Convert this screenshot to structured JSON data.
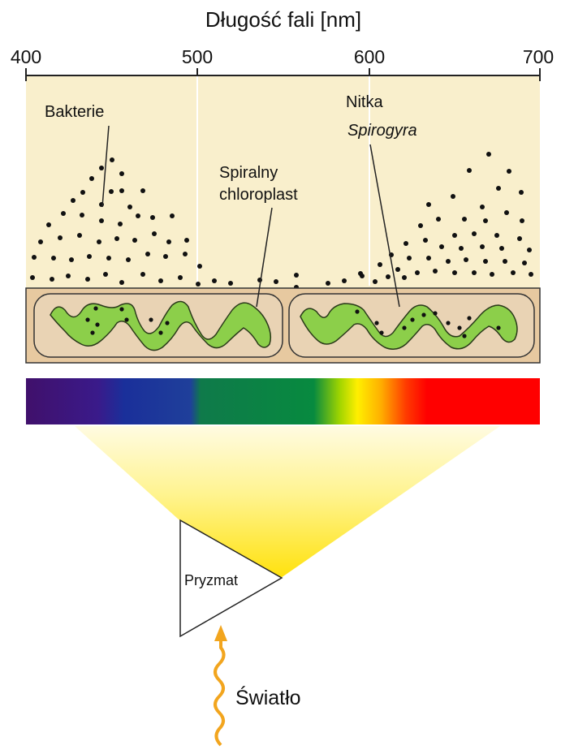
{
  "title": "Długość fali [nm]",
  "axis": {
    "ticks": [
      "400",
      "500",
      "600",
      "700"
    ]
  },
  "labels": {
    "bacteria": "Bakterie",
    "chloroplast_line1": "Spiralny",
    "chloroplast_line2": "chloroplast",
    "filament_line1": "Nitka",
    "filament_line2": "Spirogyra",
    "prism": "Pryzmat",
    "light": "Światło"
  },
  "colors": {
    "background_panel": "#f9efcc",
    "cell_band": "#e7c9a0",
    "chloroplast": "#8ccf4a",
    "dots": "#111111",
    "light_wave": "#f2a51e",
    "beam": "#ffe800"
  },
  "spectrum": [
    "#40106b",
    "#1a2f9a",
    "#078a3f",
    "#ffef00",
    "#ff0000"
  ]
}
